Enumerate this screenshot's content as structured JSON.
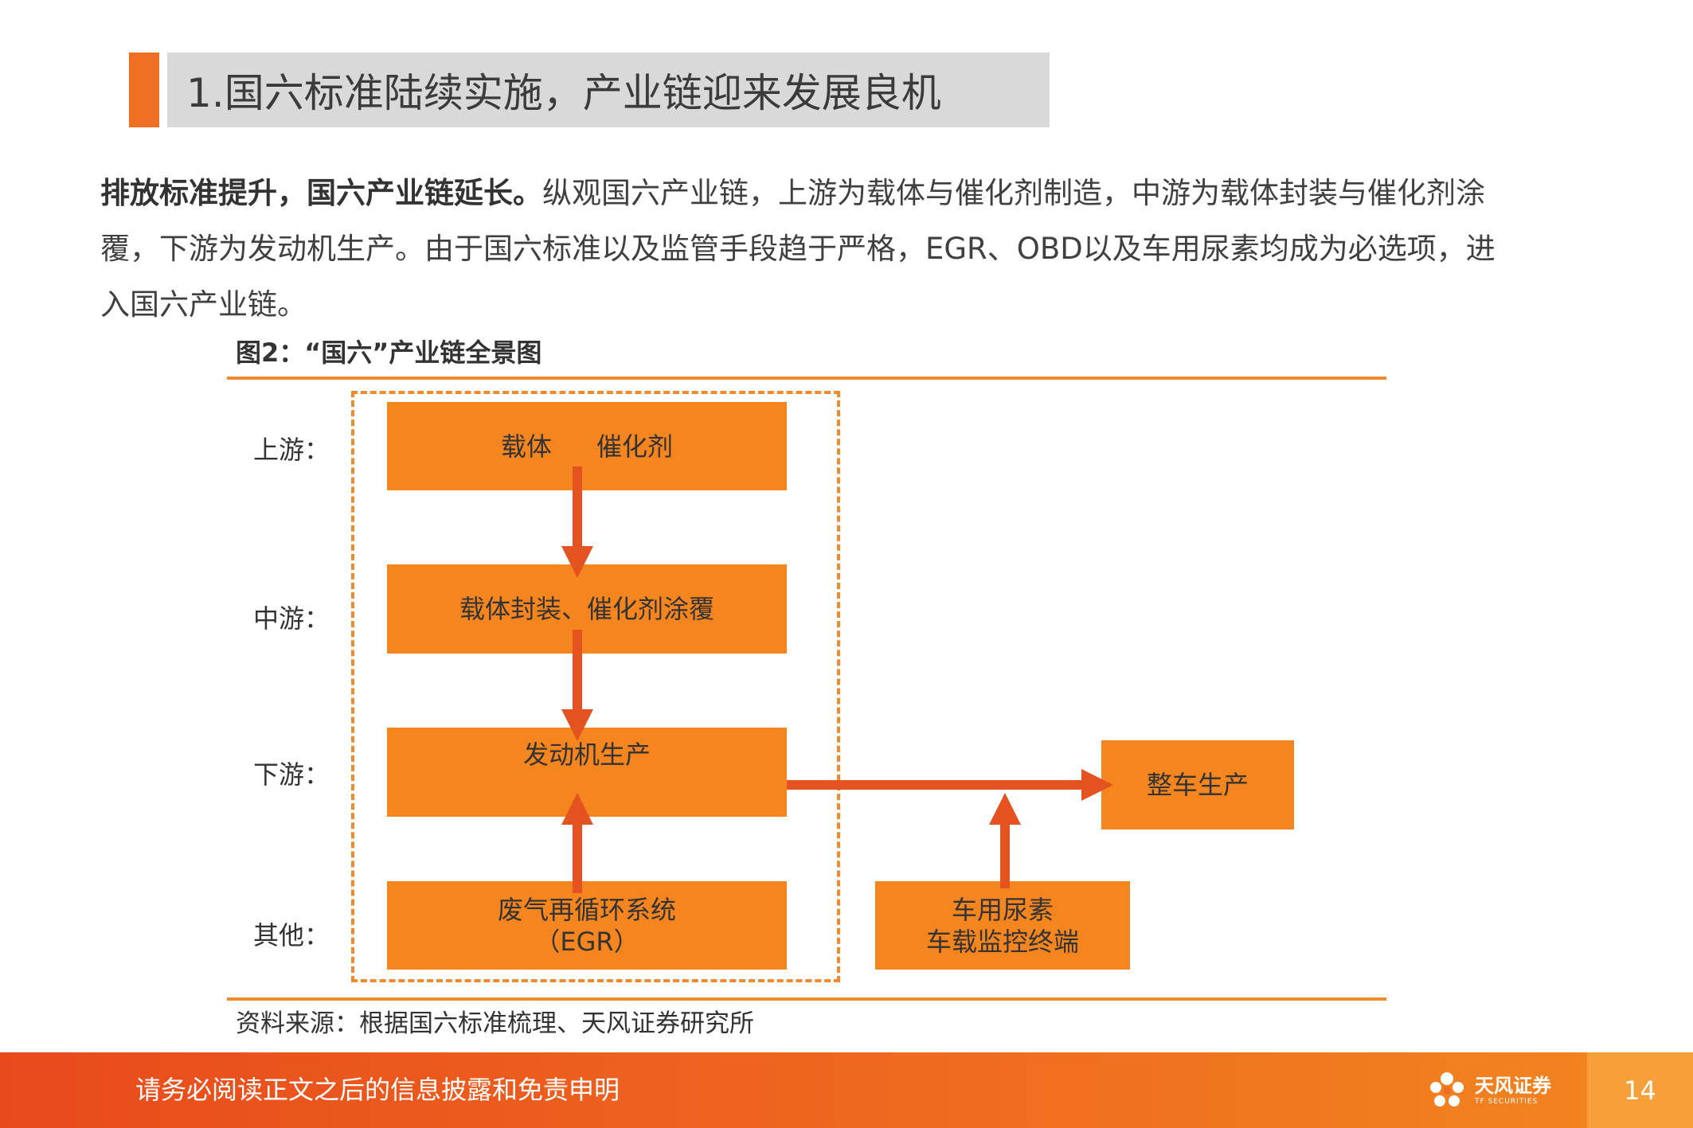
{
  "header": {
    "title": "1.国六标准陆续实施，产业链迎来发展良机"
  },
  "body": {
    "lead": "排放标准提升，国六产业链延长。",
    "text": "纵观国六产业链，上游为载体与催化剂制造，中游为载体封装与催化剂涂覆，下游为发动机生产。由于国六标准以及监管手段趋于严格，EGR、OBD以及车用尿素均成为必选项，进入国六产业链。"
  },
  "figure": {
    "title": "图2：“国六”产业链全景图",
    "source": "资料来源：根据国六标准梳理、天风证券研究所",
    "tiers": {
      "upstream": "上游：",
      "midstream": "中游：",
      "downstream": "下游：",
      "other": "其他："
    },
    "boxes": {
      "upstream_a": "载体",
      "upstream_b": "催化剂",
      "midstream": "载体封装、催化剂涂覆",
      "downstream": "发动机生产",
      "egr_line1": "废气再循环系统",
      "egr_line2": "（EGR）",
      "urea_line1": "车用尿素",
      "urea_line2": "车载监控终端",
      "vehicle": "整车生产"
    },
    "colors": {
      "box_fill": "#f5851f",
      "arrow": "#e4531f",
      "dashed_border": "#f08a2c"
    }
  },
  "footer": {
    "disclaimer": "请务必阅读正文之后的信息披露和免责申明",
    "logo_cn": "天风证券",
    "logo_en": "TF SECURITIES",
    "page": "14"
  }
}
